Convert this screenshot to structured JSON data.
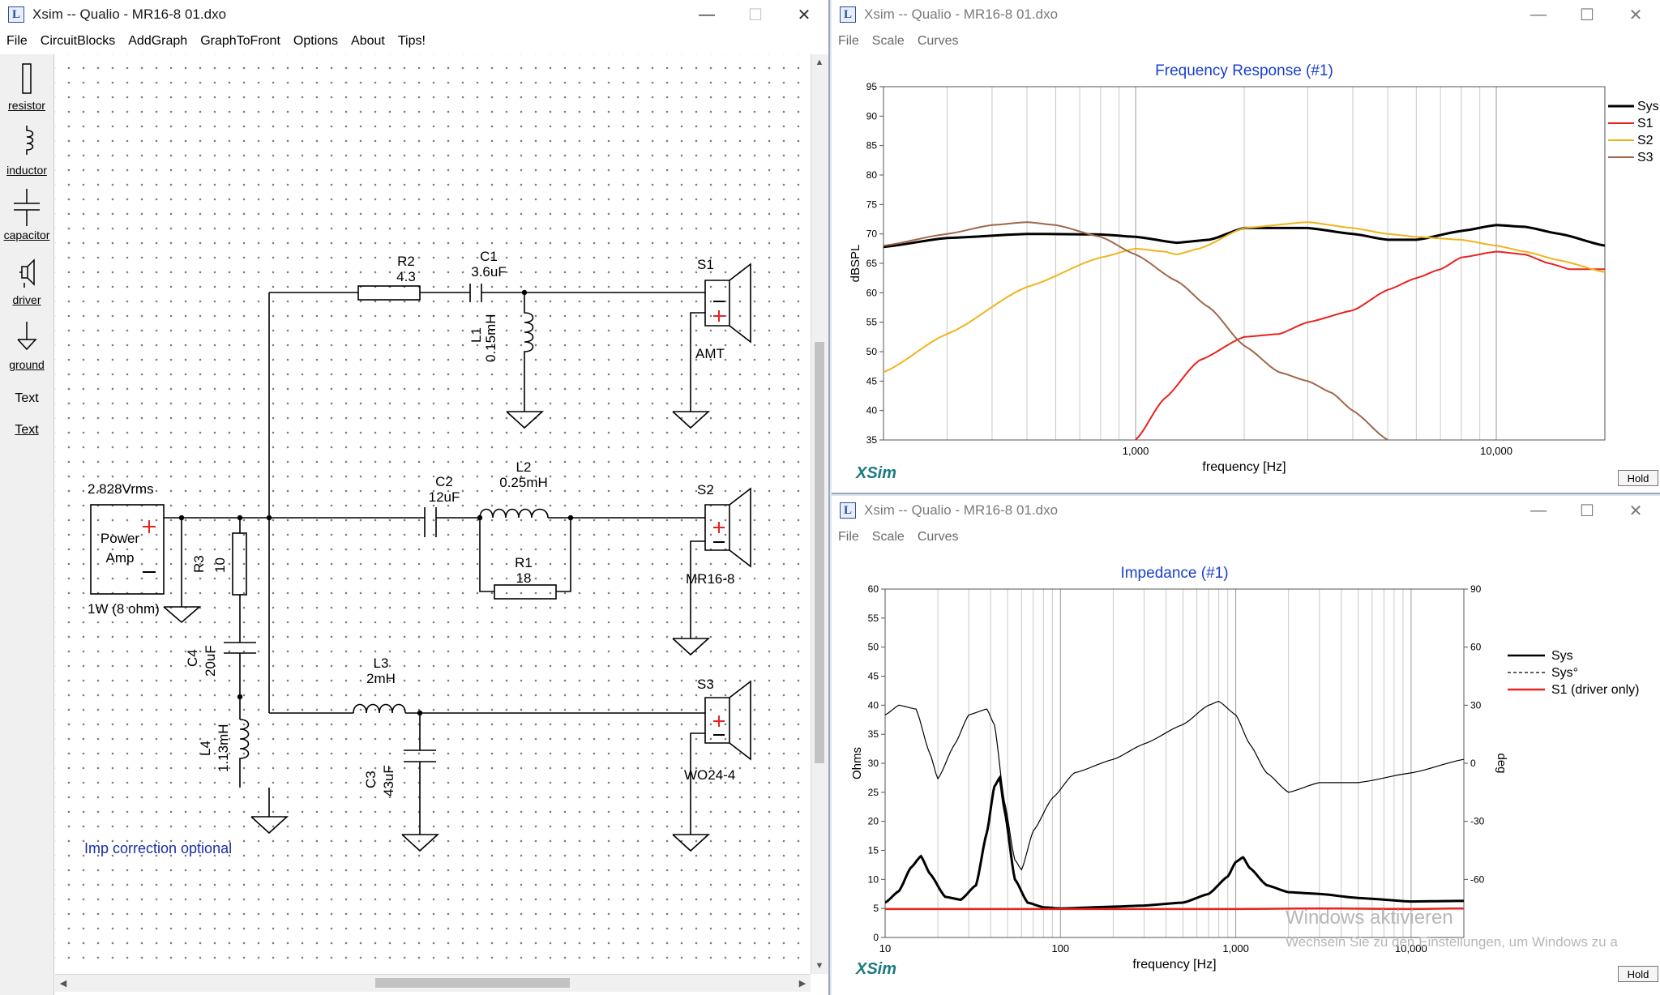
{
  "schematic_window": {
    "title": "Xsim -- Qualio - MR16-8 01.dxo",
    "menu": [
      "File",
      "CircuitBlocks",
      "AddGraph",
      "GraphToFront",
      "Options",
      "About",
      "Tips!"
    ],
    "tools": [
      "resistor",
      "inductor",
      "capacitor",
      "driver",
      "ground"
    ],
    "text_tool_plain": "Text",
    "text_tool_link": "Text",
    "components": {
      "r2": {
        "name": "R2",
        "value": "4.3"
      },
      "c1": {
        "name": "C1",
        "value": "3.6uF"
      },
      "l1": {
        "name": "L1",
        "value": "0.15mH"
      },
      "c2": {
        "name": "C2",
        "value": "12uF"
      },
      "l2": {
        "name": "L2",
        "value": "0.25mH"
      },
      "r1": {
        "name": "R1",
        "value": "18"
      },
      "r3": {
        "name": "R3",
        "value": "10"
      },
      "c4": {
        "name": "C4",
        "value": "20uF"
      },
      "l4": {
        "name": "L4",
        "value": "1.13mH"
      },
      "l3": {
        "name": "L3",
        "value": "2mH"
      },
      "c3": {
        "name": "C3",
        "value": "43uF"
      }
    },
    "drivers": [
      {
        "name": "S1",
        "model": "AMT"
      },
      {
        "name": "S2",
        "model": "MR16-8"
      },
      {
        "name": "S3",
        "model": "WO24-4"
      }
    ],
    "amp": {
      "voltage": "2.828Vrms",
      "line1": "Power",
      "line2": "Amp",
      "spec": "1W (8 ohm)"
    },
    "note": "Imp correction optional"
  },
  "freq_window": {
    "title": "Xsim -- Qualio - MR16-8 01.dxo",
    "menu": [
      "File",
      "Scale",
      "Curves"
    ],
    "hold": "Hold",
    "brand": "XSim"
  },
  "imp_window": {
    "title": "Xsim -- Qualio - MR16-8 01.dxo",
    "menu": [
      "File",
      "Scale",
      "Curves"
    ],
    "hold": "Hold",
    "brand": "XSim",
    "watermark_title": "Windows aktivieren",
    "watermark_sub": "Wechseln Sie zu den Einstellungen, um Windows zu a"
  },
  "chart_data": [
    {
      "type": "line",
      "title": "Frequency Response (#1)",
      "xlabel": "frequency [Hz]",
      "ylabel": "dBSPL",
      "x_scale": "log",
      "xlim": [
        200,
        20000
      ],
      "ylim": [
        35,
        95
      ],
      "x_ticks": [
        1000,
        10000
      ],
      "x_tick_labels": [
        "1,000",
        "10,000"
      ],
      "y_ticks": [
        35,
        40,
        45,
        50,
        55,
        60,
        65,
        70,
        75,
        80,
        85,
        90,
        95
      ],
      "grid": true,
      "legend": "right",
      "colors": {
        "Sys": "#000000",
        "S1": "#e8231f",
        "S2": "#f0b41c",
        "S3": "#a0674b"
      },
      "series": [
        {
          "name": "Sys",
          "x": [
            200,
            300,
            500,
            800,
            1000,
            1300,
            1600,
            2000,
            3000,
            4000,
            5000,
            6000,
            8000,
            10000,
            12000,
            15000,
            20000
          ],
          "y": [
            67.8,
            69.3,
            70,
            69.9,
            69.5,
            68.5,
            69,
            71,
            71,
            70,
            69,
            69,
            70.5,
            71.5,
            71.2,
            70,
            68
          ]
        },
        {
          "name": "S1",
          "x": [
            1000,
            1200,
            1500,
            2000,
            2500,
            3000,
            4000,
            5000,
            6000,
            7000,
            8000,
            10000,
            12000,
            14000,
            16000,
            20000
          ],
          "y": [
            35,
            42,
            48.5,
            52.5,
            53,
            55,
            57,
            60.5,
            62.5,
            64,
            66,
            67,
            66.5,
            65,
            64,
            64
          ]
        },
        {
          "name": "S2",
          "x": [
            200,
            300,
            500,
            800,
            1000,
            1200,
            1300,
            1500,
            2000,
            3000,
            4000,
            5000,
            6000,
            8000,
            10000,
            12000,
            15000,
            20000
          ],
          "y": [
            46.5,
            53,
            61,
            66,
            67.5,
            67,
            66.5,
            67.5,
            71,
            72,
            71,
            70,
            69.5,
            69,
            68,
            67,
            65.5,
            63.5
          ]
        },
        {
          "name": "S3",
          "x": [
            200,
            300,
            400,
            500,
            600,
            800,
            1000,
            1300,
            1600,
            2000,
            2500,
            3000,
            3500,
            4000,
            5000
          ],
          "y": [
            68,
            70,
            71.5,
            72,
            71.5,
            69.5,
            66.5,
            62,
            57.5,
            51,
            46.5,
            45,
            43,
            40,
            35
          ]
        }
      ]
    },
    {
      "type": "line",
      "title": "Impedance (#1)",
      "xlabel": "frequency [Hz]",
      "ylabel": "Ohms",
      "y2label": "deg",
      "x_scale": "log",
      "xlim": [
        10,
        20000
      ],
      "ylim": [
        0,
        60
      ],
      "y2lim": [
        -90,
        90
      ],
      "x_ticks": [
        10,
        100,
        1000,
        10000
      ],
      "x_tick_labels": [
        "10",
        "100",
        "1,000",
        "10,000"
      ],
      "y_ticks": [
        0,
        5,
        10,
        15,
        20,
        25,
        30,
        35,
        40,
        45,
        50,
        55,
        60
      ],
      "y2_ticks": [
        -60,
        -30,
        0,
        30,
        60,
        90
      ],
      "grid": true,
      "legend": "top-right",
      "colors": {
        "Sys": "#000000",
        "Sys°": "#000000",
        "S1 (driver only)": "#e8231f"
      },
      "series": [
        {
          "name": "Sys",
          "x": [
            10,
            12,
            14,
            16,
            18,
            22,
            27,
            33,
            38,
            42,
            45,
            48,
            55,
            65,
            80,
            100,
            200,
            300,
            500,
            700,
            900,
            1000,
            1100,
            1200,
            1500,
            2000,
            3000,
            5000,
            10000,
            20000
          ],
          "y": [
            6,
            8,
            12,
            14,
            11,
            7,
            6.5,
            9,
            18,
            26,
            27.5,
            22,
            10,
            6,
            5.2,
            5,
            5.3,
            5.5,
            6,
            7.5,
            10.5,
            13,
            13.8,
            12,
            9,
            7.8,
            7.5,
            6.8,
            6.2,
            6.3
          ]
        },
        {
          "name": "Sys°",
          "x": [
            10,
            12,
            15,
            18,
            20,
            25,
            30,
            38,
            42,
            48,
            55,
            60,
            70,
            90,
            120,
            200,
            300,
            500,
            700,
            800,
            1000,
            1200,
            1500,
            2000,
            3000,
            5000,
            10000,
            20000
          ],
          "y": [
            25,
            30,
            28,
            5,
            -8,
            10,
            25,
            28,
            20,
            -20,
            -50,
            -55,
            -35,
            -18,
            -5,
            2,
            10,
            20,
            30,
            32,
            25,
            10,
            -5,
            -15,
            -10,
            -10,
            -5,
            2
          ]
        },
        {
          "name": "S1 (driver only)",
          "x": [
            10,
            100,
            1000,
            3000,
            10000,
            20000
          ],
          "y": [
            4.9,
            4.9,
            4.9,
            5,
            4.9,
            5.0
          ]
        }
      ]
    }
  ]
}
